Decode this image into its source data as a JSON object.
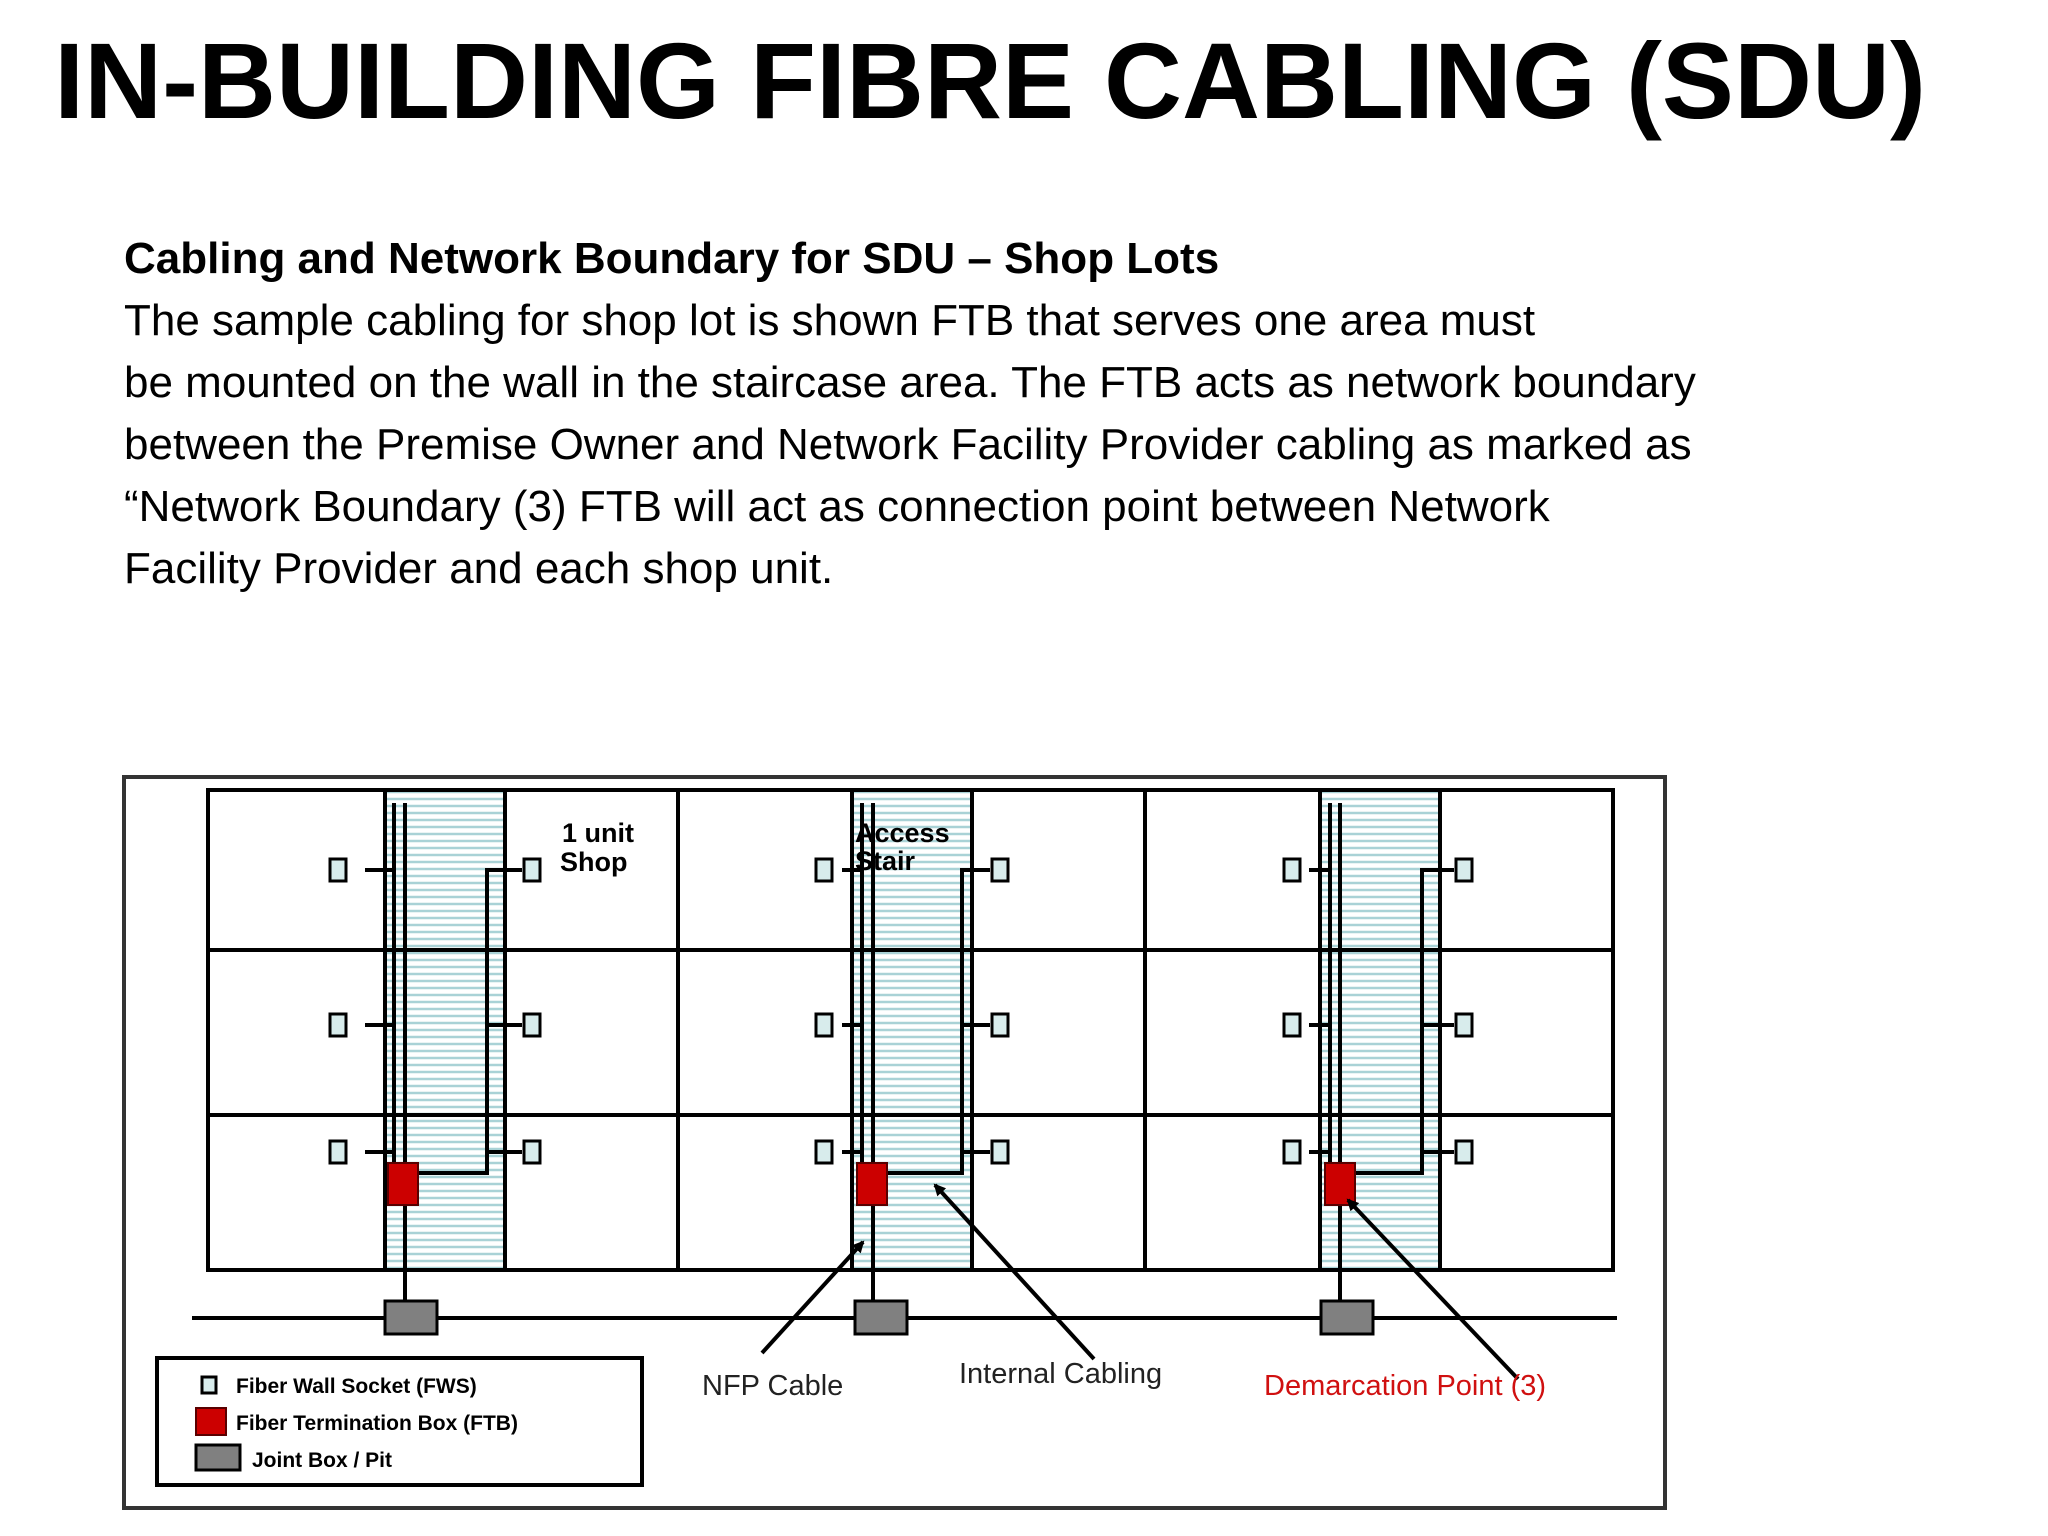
{
  "title": "IN-BUILDING FIBRE CABLING (SDU)",
  "subheading": "Cabling and Network Boundary for SDU – Shop Lots",
  "paragraph_lines": [
    "The sample cabling for shop lot is shown FTB that serves one area must",
    "be mounted on the wall in the staircase area. The FTB acts as network boundary",
    "between the Premise Owner and Network Facility Provider cabling as marked as",
    "“Network Boundary (3) FTB will act as connection point between Network",
    "Facility Provider and each shop unit."
  ],
  "diagram": {
    "labels": {
      "unit_shop_1": "1 unit",
      "unit_shop_2": "Shop",
      "access_stair_1": "Access",
      "access_stair_2": "Stair",
      "nfp_cable": "NFP Cable",
      "internal_cabling": "Internal Cabling",
      "demarcation_point": "Demarcation Point (3)"
    },
    "legend": [
      {
        "label": "Fiber Wall Socket (FWS)",
        "symbol": "fws"
      },
      {
        "label": "Fiber Termination Box (FTB)",
        "symbol": "ftb"
      },
      {
        "label": "Joint Box / Pit",
        "symbol": "joint-box"
      }
    ],
    "colors": {
      "ftb": "#cc0000",
      "joint_box": "#808080",
      "fws_fill": "#d8ecec",
      "stair_hatch": "#a9d2d6",
      "demarcation_text": "#d01010"
    }
  }
}
